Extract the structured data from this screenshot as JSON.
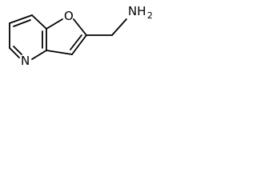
{
  "molecule": {
    "atoms": {
      "oxygen": "O",
      "nitrogen": "N",
      "amine_main": "NH",
      "amine_subscript": "2"
    },
    "colors": {
      "bond": "#000000",
      "label": "#000000",
      "background": "#ffffff"
    }
  }
}
